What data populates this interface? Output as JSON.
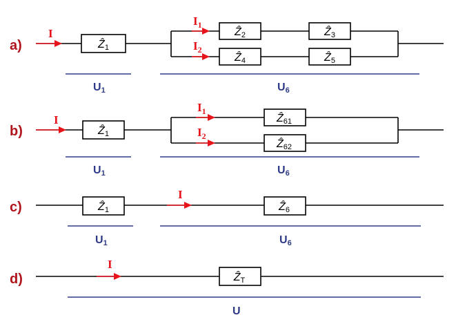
{
  "colors": {
    "row_label": "#b0141c",
    "current": "#e8141b",
    "voltage": "#2e3a87",
    "wire": "#000000"
  },
  "rows": {
    "a": {
      "label": "a)",
      "current": "I",
      "branch1_current": "I",
      "branch1_current_sub": "1",
      "branch2_current": "I",
      "branch2_current_sub": "2",
      "z1": "Ẑ",
      "z1_sub": "1",
      "z2": "Ẑ",
      "z2_sub": "2",
      "z3": "Ẑ",
      "z3_sub": "3",
      "z4": "Ẑ",
      "z4_sub": "4",
      "z5": "Ẑ",
      "z5_sub": "5",
      "u_left": "U",
      "u_left_sub": "1",
      "u_right": "U",
      "u_right_sub": "6"
    },
    "b": {
      "label": "b)",
      "current": "I",
      "branch1_current": "I",
      "branch1_current_sub": "1",
      "branch2_current": "I",
      "branch2_current_sub": "2",
      "z1": "Ẑ",
      "z1_sub": "1",
      "z61": "Ẑ",
      "z61_sub": "61",
      "z62": "Ẑ",
      "z62_sub": "62",
      "u_left": "U",
      "u_left_sub": "1",
      "u_right": "U",
      "u_right_sub": "6"
    },
    "c": {
      "label": "c)",
      "current": "I",
      "z1": "Ẑ",
      "z1_sub": "1",
      "z6": "Ẑ",
      "z6_sub": "6",
      "u_left": "U",
      "u_left_sub": "1",
      "u_right": "U",
      "u_right_sub": "6"
    },
    "d": {
      "label": "d)",
      "current": "I",
      "zt": "Ẑ",
      "zt_sub": "T",
      "u": "U"
    }
  }
}
